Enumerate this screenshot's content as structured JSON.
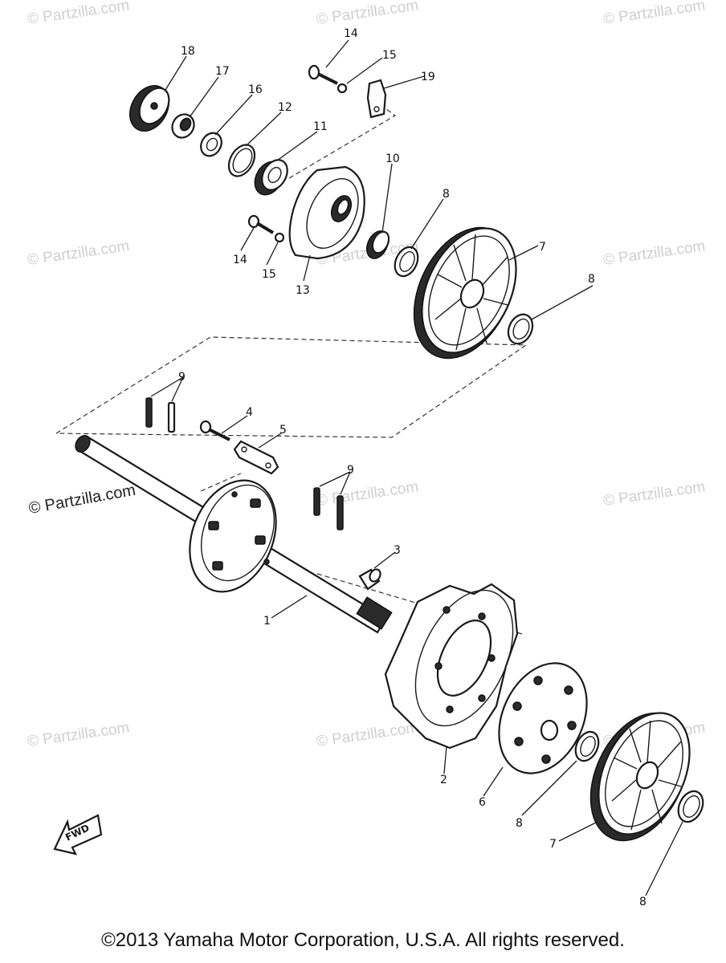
{
  "watermarks": {
    "text": "© Partzilla.com",
    "highlight": "© Partzilla.com"
  },
  "callouts": {
    "c1": "1",
    "c2": "2",
    "c3": "3",
    "c4": "4",
    "c5": "5",
    "c6a": "6",
    "c7a": "7",
    "c7b": "7",
    "c8a": "8",
    "c8b": "8",
    "c8c": "8",
    "c8d": "8",
    "c9a": "9",
    "c9b": "9",
    "c10": "10",
    "c11": "11",
    "c12": "12",
    "c13": "13",
    "c14a": "14",
    "c14b": "14",
    "c15a": "15",
    "c15b": "15",
    "c16": "16",
    "c17": "17",
    "c18": "18",
    "c19": "19"
  },
  "fwd_label": "FWD",
  "footer": {
    "copyright": "©2013 Yamaha Motor Corporation, U.S.A. All rights reserved."
  },
  "colors": {
    "ink": "#1a1a1a",
    "watermark": "#cfcfcf"
  }
}
